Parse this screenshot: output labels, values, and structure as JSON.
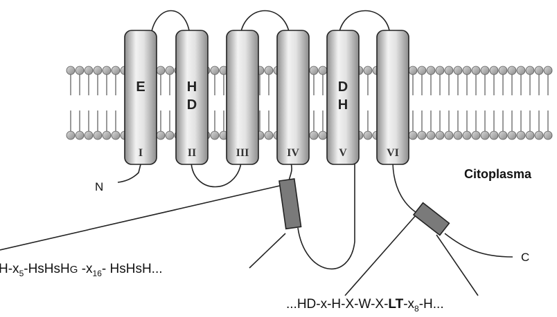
{
  "helices": [
    {
      "numeral": "I",
      "residues": [
        "E"
      ]
    },
    {
      "numeral": "II",
      "residues": [
        "H",
        "D"
      ]
    },
    {
      "numeral": "III",
      "residues": []
    },
    {
      "numeral": "IV",
      "residues": []
    },
    {
      "numeral": "V",
      "residues": [
        "D",
        "H"
      ]
    },
    {
      "numeral": "VI",
      "residues": []
    }
  ],
  "labels": {
    "n_terminus": "N",
    "c_terminus": "C",
    "compartment": "Citoplasma"
  },
  "motif_left": {
    "prefix": "H-x",
    "sub1": "5",
    "middle_a": "-HsHsH",
    "middle_b": "G",
    "middle_c": " -x",
    "sub2": "16",
    "suffix": "- HsHsH..."
  },
  "motif_right": {
    "prefix": "...HD-x-H-X-W-X-",
    "bold": "LT",
    "middle": "-x",
    "sub": "8",
    "suffix": "-H..."
  },
  "colors": {
    "helix_fill_light": "#f2f2f2",
    "helix_fill_dark": "#9a9a9a",
    "lipid_head": "#a6a6a6",
    "motif_box": "#7a7a7a",
    "line": "#222222"
  }
}
